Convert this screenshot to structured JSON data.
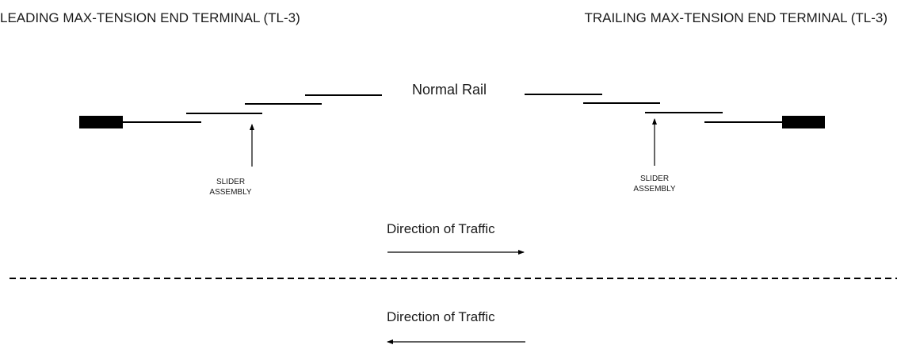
{
  "titles": {
    "leading": "LEADING MAX-TENSION END TERMINAL (TL-3)",
    "trailing": "TRAILING MAX-TENSION END TERMINAL (TL-3)"
  },
  "rail": {
    "label": "Normal Rail"
  },
  "sliders": {
    "left": {
      "line1": "SLIDER",
      "line2": "ASSEMBLY"
    },
    "right": {
      "line1": "SLIDER",
      "line2": "ASSEMBLY"
    }
  },
  "traffic": {
    "upper_label": "Direction of Traffic",
    "upper_direction": "right",
    "lower_label": "Direction of Traffic",
    "lower_direction": "left"
  },
  "colors": {
    "ink": "#000000",
    "text": "#1a1a1a",
    "background": "#ffffff"
  }
}
